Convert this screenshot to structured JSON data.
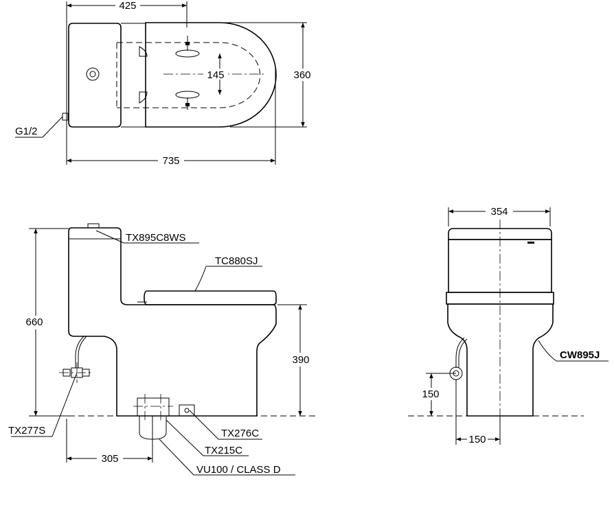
{
  "top_view": {
    "dim_length_tank": "425",
    "dim_width": "360",
    "dim_hole_spacing": "145",
    "dim_total_length": "735",
    "label_supply": "G1/2"
  },
  "side_view": {
    "dim_height": "660",
    "dim_seat_height": "390",
    "dim_rough_in": "305",
    "part_tank_fitting": "TX895C8WS",
    "part_seat": "TC880SJ",
    "part_stop_valve": "TX277S",
    "part_bolt_cap": "TX276C",
    "part_flange": "TX215C",
    "part_outlet": "VU100 / CLASS D"
  },
  "front_view": {
    "dim_width": "354",
    "dim_supply_height": "150",
    "dim_supply_offset": "150",
    "model_name": "CW895J"
  }
}
